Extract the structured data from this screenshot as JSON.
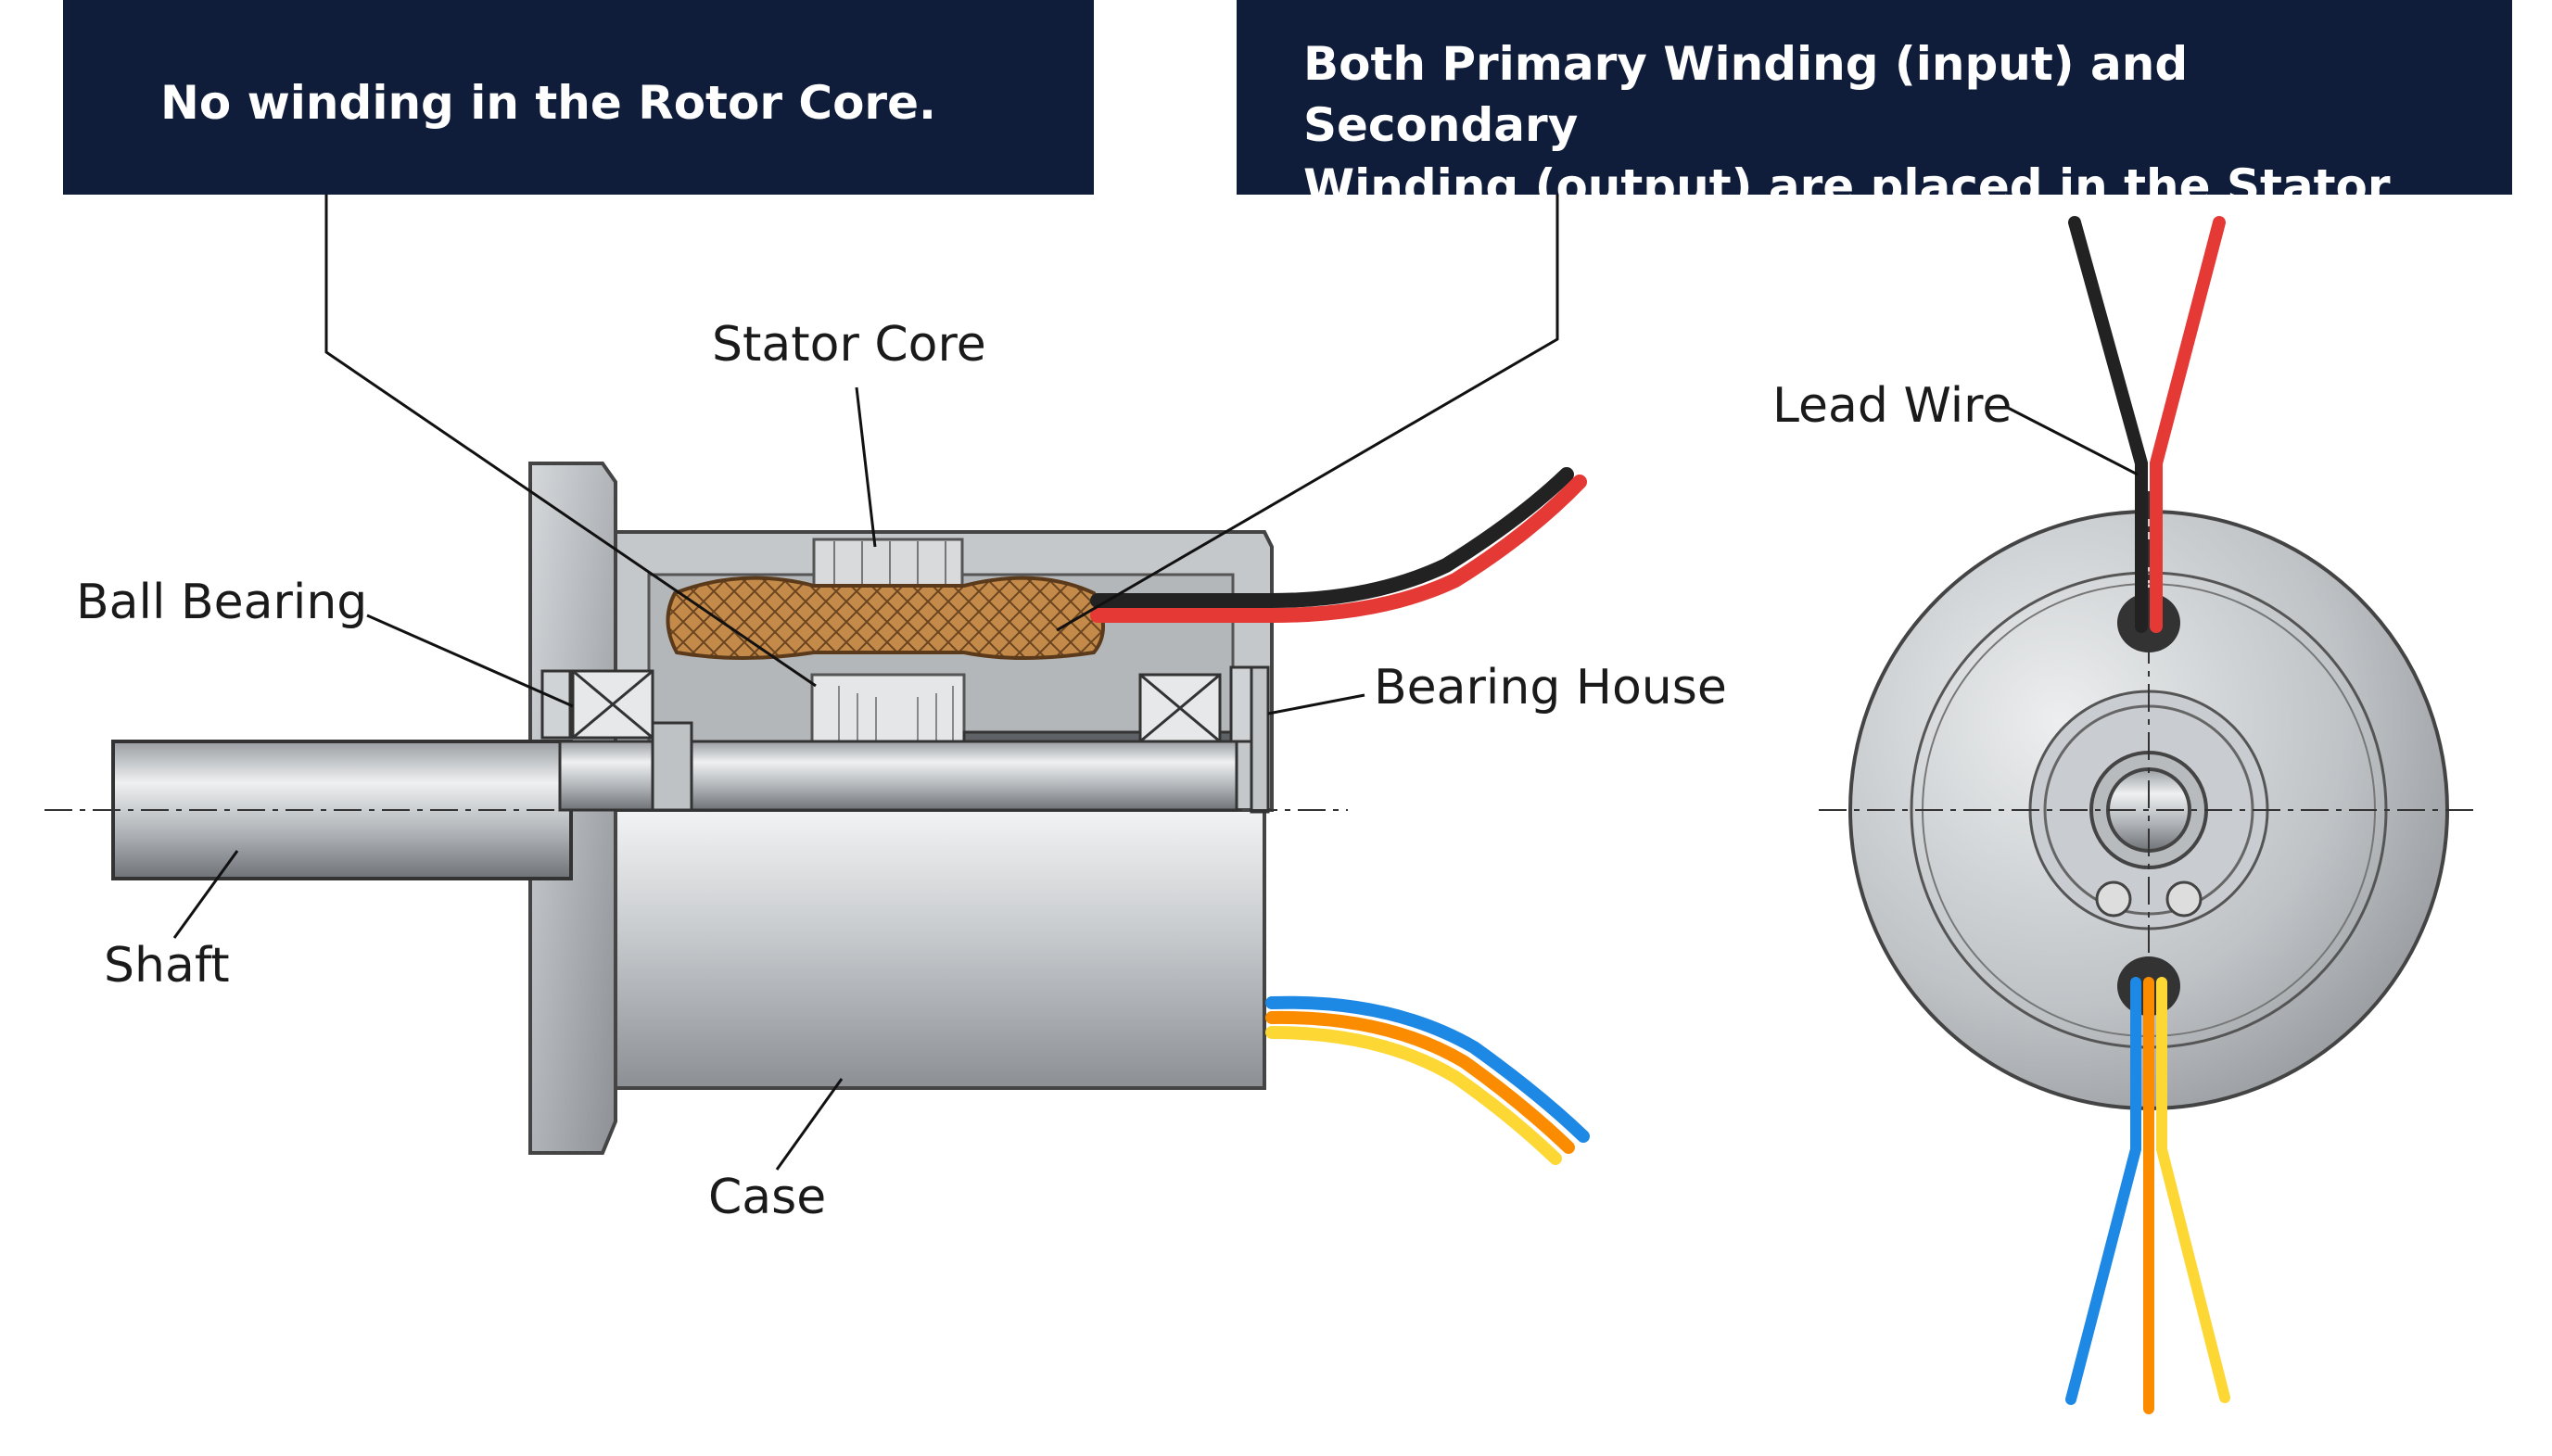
{
  "callouts": {
    "rotor_note": "No winding in the Rotor Core.",
    "stator_note": "Both Primary Winding (input) and Secondary\nWinding (output) are placed in the Stator Core."
  },
  "labels": {
    "stator_core": "Stator Core",
    "ball_bearing": "Ball Bearing",
    "bearing_house": "Bearing House",
    "shaft": "Shaft",
    "case": "Case",
    "lead_wire": "Lead Wire"
  },
  "colors": {
    "callout_bg": "#0f1c3a",
    "metal_light": "#e2e4e6",
    "metal_mid": "#b8bcc0",
    "metal_dark": "#8a8e92",
    "winding": "#c48a4a",
    "wire_red": "#e53935",
    "wire_black": "#222222",
    "wire_blue": "#1e88e5",
    "wire_orange": "#fb8c00",
    "wire_yellow": "#fdd835"
  }
}
